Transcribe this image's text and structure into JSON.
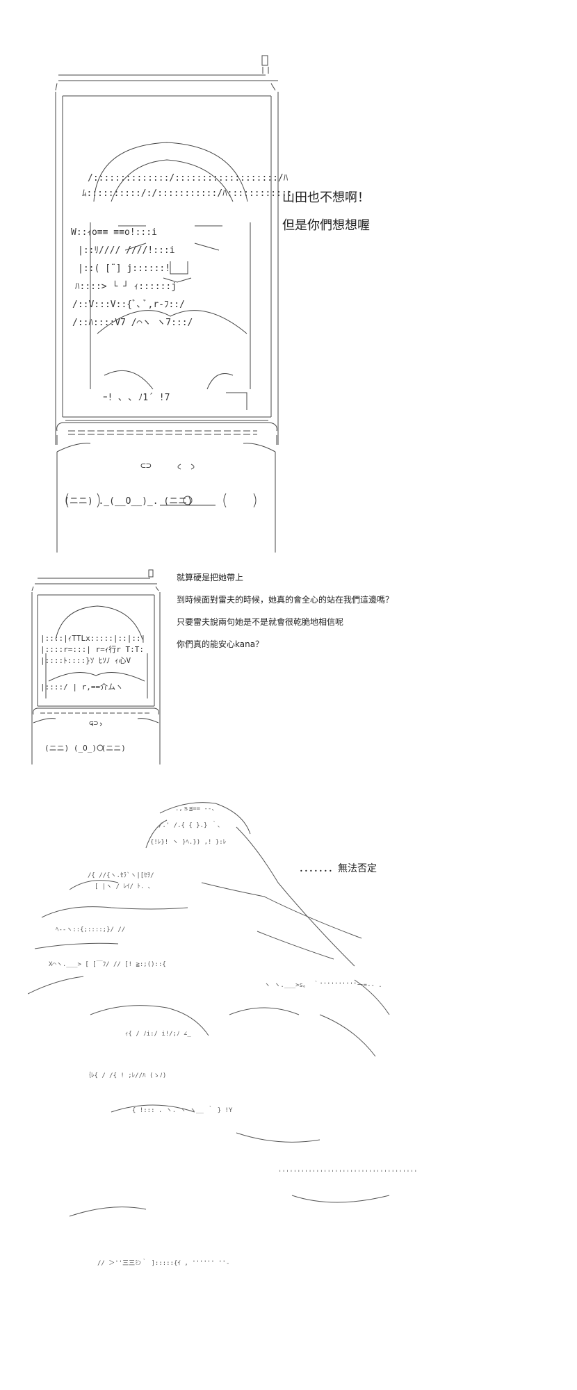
{
  "panels": [
    {
      "art_subject": "phone-portrait-large",
      "dialog": [
        "山田也不想啊！",
        "但是你們想想喔"
      ]
    },
    {
      "art_subject": "phone-portrait-small",
      "dialog": [
        "就算硬是把她帶上",
        "到時候面對雷夫的時候，她真的會全心的站在我們這邊嗎？",
        "只要雷夫說兩句她是不是就會很乾脆地相信呢",
        "你們真的能安心kana？"
      ]
    },
    {
      "art_subject": "crouching-figure",
      "dialog": [
        "．．．．．．．無法否定"
      ]
    }
  ],
  "ascii_fragments": {
    "phone_keys": "(ニニ)  ._(__O__)_.  (ニニ)",
    "phone_keys_small": "(ニニ)  (_O_)  (ニニ)",
    "phone_speaker": "⊂⊃",
    "phone_hinge": "====================",
    "face_row_1": "W::ｨo≡≡          ≡≡o!:::i",
    "face_row_2": "|::ﾘ////         ////!:::i",
    "face_row_3": "|::(      [¨]      j::::::!",
    "face_row_4": "ﾊ::::>    └ ┘   ｨ::::::j",
    "face_row_5": "/::V:::V::{ﾞ､ ﾞ,r‐ﾌ::/",
    "face_row_6": "/::ﾊ::::V7 /⌒ヽ ヽ7:::/",
    "small_row_1": "|::::|ｨTTLx:::::|::|::|",
    "small_row_2": "|::::r=:::| r=ｨ行r  T:T:",
    "small_row_3": "|::::ﾄ::::}ｿ ﾋｿﾉ   ｨ心V",
    "small_row_4": "|::::/ |    r,==介ムヽ",
    "fig_row_1": "/{    //{ヽ.ｾﾗ`ヽ|[ｾｦ/",
    "fig_row_2": "[ |ヽ /   ﾚｲ/ ﾄ. ､",
    "fig_row_3": "ｨ{ / ﾉi:/ i!/;ﾉ ∠_",
    "fig_row_4": "｛ﾚ{ / /{ ! ;ﾚ//ﾊ (ゝﾉ)"
  }
}
